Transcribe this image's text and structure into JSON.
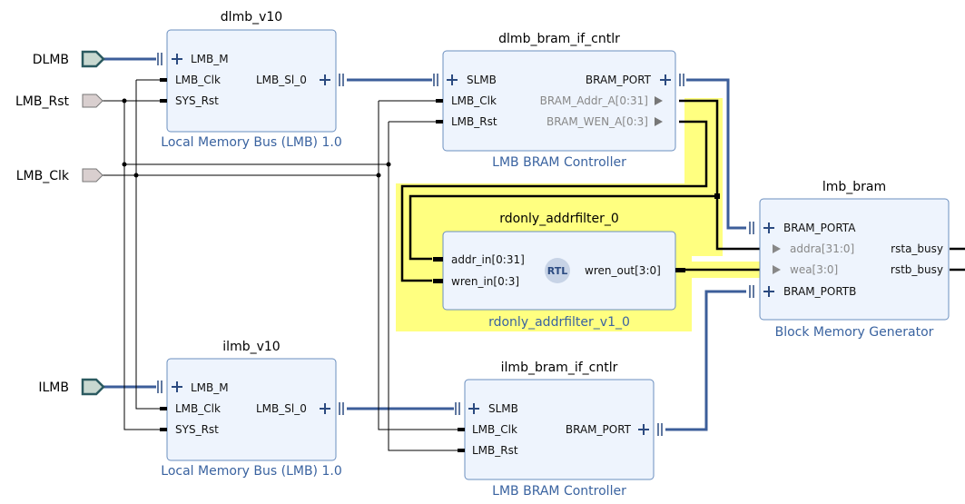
{
  "ports": {
    "dlmb": "DLMB",
    "lmb_rst": "LMB_Rst",
    "lmb_clk": "LMB_Clk",
    "ilmb": "ILMB"
  },
  "dlmb_v10": {
    "name": "dlmb_v10",
    "type": "Local Memory Bus (LMB) 1.0",
    "pins": {
      "lmb_m": "LMB_M",
      "lmb_clk": "LMB_Clk",
      "sys_rst": "SYS_Rst",
      "lmb_sl_0": "LMB_Sl_0"
    }
  },
  "ilmb_v10": {
    "name": "ilmb_v10",
    "type": "Local Memory Bus (LMB) 1.0",
    "pins": {
      "lmb_m": "LMB_M",
      "lmb_clk": "LMB_Clk",
      "sys_rst": "SYS_Rst",
      "lmb_sl_0": "LMB_Sl_0"
    }
  },
  "dlmb_cntlr": {
    "name": "dlmb_bram_if_cntlr",
    "type": "LMB BRAM Controller",
    "pins": {
      "slmb": "SLMB",
      "lmb_clk": "LMB_Clk",
      "lmb_rst": "LMB_Rst",
      "bram_port": "BRAM_PORT",
      "bram_addr": "BRAM_Addr_A[0:31]",
      "bram_wen": "BRAM_WEN_A[0:3]"
    }
  },
  "ilmb_cntlr": {
    "name": "ilmb_bram_if_cntlr",
    "type": "LMB BRAM Controller",
    "pins": {
      "slmb": "SLMB",
      "lmb_clk": "LMB_Clk",
      "lmb_rst": "LMB_Rst",
      "bram_port": "BRAM_PORT"
    }
  },
  "filter": {
    "name": "rdonly_addrfilter_0",
    "type": "rdonly_addrfilter_v1_0",
    "badge": "RTL",
    "pins": {
      "addr_in": "addr_in[0:31]",
      "wren_in": "wren_in[0:3]",
      "wren_out": "wren_out[3:0]"
    }
  },
  "bram": {
    "name": "lmb_bram",
    "type": "Block Memory Generator",
    "pins": {
      "porta": "BRAM_PORTA",
      "addra": "addra[31:0]",
      "wea": "wea[3:0]",
      "portb": "BRAM_PORTB",
      "rsta_busy": "rsta_busy",
      "rstb_busy": "rstb_busy"
    }
  },
  "colors": {
    "block_fill": "#eef4fd",
    "block_stroke": "#6b8fbf",
    "bus": "#3c5e9a",
    "highlight": "#ffff80",
    "subtitle": "#3a63a0"
  }
}
